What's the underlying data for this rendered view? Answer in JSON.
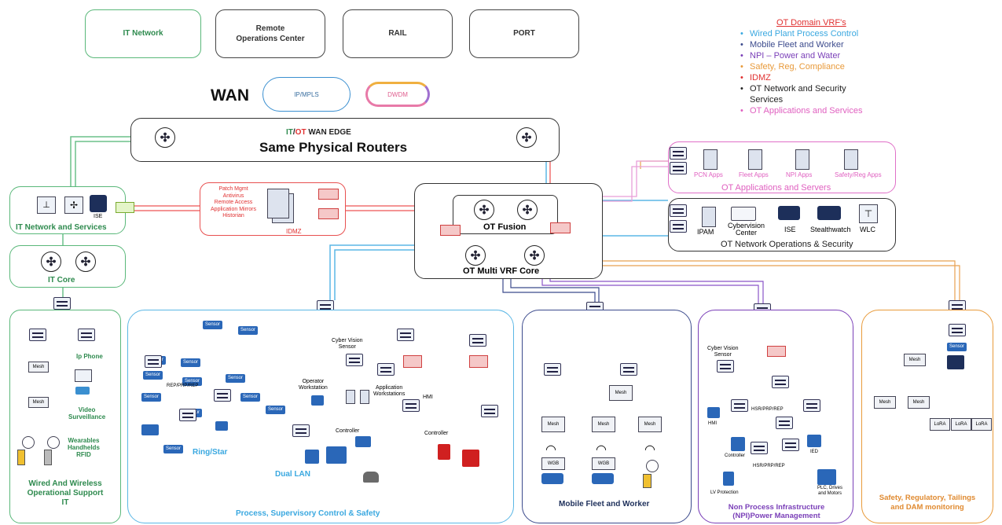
{
  "top_boxes": {
    "it_network": "IT Network",
    "roc_line1": "Remote",
    "roc_line2": "Operations Center",
    "rail": "RAIL",
    "port": "PORT"
  },
  "wan": {
    "label": "WAN",
    "ipmpls": "IP/MPLS",
    "dwdm": "DWDM"
  },
  "wan_edge": {
    "it": "IT",
    "slash": "/",
    "ot": "OT",
    "suffix": " WAN EDGE",
    "title": "Same Physical Routers"
  },
  "legend": {
    "title": "OT Domain VRF's",
    "items": [
      {
        "text": "Wired Plant Process Control",
        "color": "#3aa8e0"
      },
      {
        "text": "Mobile Fleet and Worker",
        "color": "#3b4a8c"
      },
      {
        "text": "NPI – Power and Water",
        "color": "#7a3fb8"
      },
      {
        "text": "Safety, Reg, Compliance",
        "color": "#e89a3a"
      },
      {
        "text": "IDMZ",
        "color": "#e03030"
      },
      {
        "text": "OT Network and Security",
        "color": "#222222"
      },
      {
        "text": "Services",
        "color": "#222222"
      },
      {
        "text": "OT Applications and Services",
        "color": "#e060c0"
      }
    ]
  },
  "ot_apps": {
    "title": "OT Applications and Servers",
    "servers": [
      "PCN Apps",
      "Fleet Apps",
      "NPI Apps",
      "Safety/Reg Apps"
    ]
  },
  "ot_netops": {
    "title": "OT Network Operations & Security",
    "ipam": "IPAM",
    "cv_line1": "Cybervision",
    "cv_line2": "Center",
    "ise": "ISE",
    "stealthwatch": "Stealthwatch",
    "wlc": "WLC"
  },
  "idmz": {
    "lines": [
      "Patch Mgmt",
      "Antivirus",
      "Remote Access",
      "Application Mirrors",
      "Historian"
    ],
    "label": "IDMZ"
  },
  "ot_core": {
    "fusion": "OT Fusion",
    "multi_vrf": "OT Multi VRF Core"
  },
  "it_services": {
    "title": "IT Network and Services",
    "ise": "ISE"
  },
  "it_core": {
    "title": "IT Core"
  },
  "wired_it": {
    "ip_phone": "Ip Phone",
    "video1": "Video",
    "video2": "Surveillance",
    "wear1": "Wearables",
    "wear2": "Handhelds",
    "wear3": "RFID",
    "mesh": "Mesh",
    "title1": "Wired And Wireless",
    "title2": "Operational Support",
    "title3": "IT"
  },
  "process": {
    "sensor": "Sensor",
    "ring_label": "REP/PRP/REP",
    "ring_star": "Ring/Star",
    "dual_lan": "Dual LAN",
    "cv1": "Cyber Vision",
    "cv2": "Sensor",
    "op1": "Operator",
    "op2": "Workstation",
    "app1": "Application",
    "app2": "Workstations",
    "hmi": "HMI",
    "controller": "Controller",
    "title": "Process, Supervisory Control & Safety"
  },
  "mobile": {
    "mesh": "Mesh",
    "wgb": "WGB",
    "title": "Mobile Fleet and Worker"
  },
  "npi": {
    "cv1": "Cyber Vision",
    "cv2": "Sensor",
    "hmi": "HMI",
    "ring": "HSR/PRP/REP",
    "controller": "Controller",
    "ied": "IED",
    "lv": "LV Protection",
    "plc1": "PLC, Drives",
    "plc2": "and Motors",
    "title1": "Non Process Infrastructure",
    "title2": "(NPI)Power Management"
  },
  "safety": {
    "sensor": "Sensor",
    "mesh": "Mesh",
    "lora": "LoRA",
    "title1": "Safety, Regulatory, Tailings",
    "title2": "and DAM monitoring"
  }
}
